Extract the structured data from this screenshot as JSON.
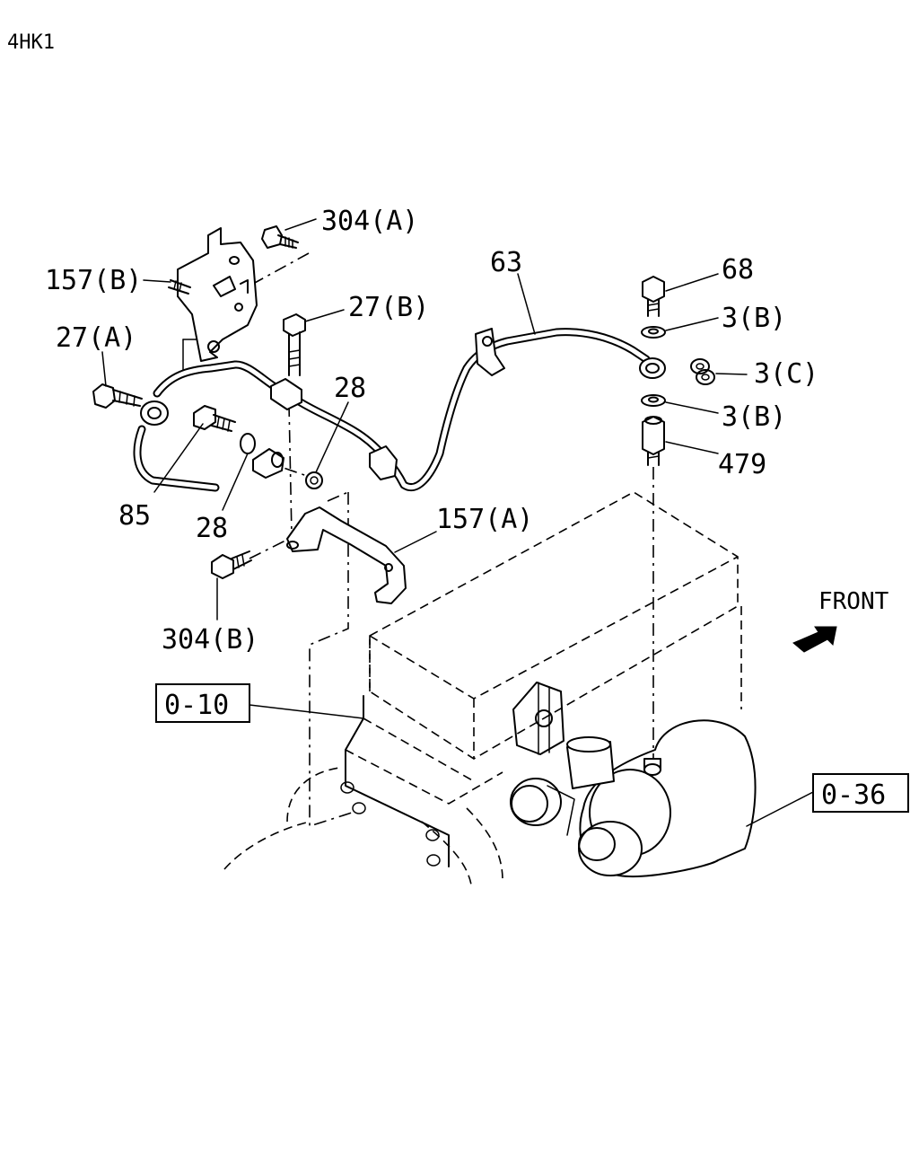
{
  "header": {
    "model": "4HK1"
  },
  "labels": {
    "p304a": "304(A)",
    "p157b": "157(B)",
    "p27b": "27(B)",
    "p27a": "27(A)",
    "p63": "63",
    "p68": "68",
    "p3b_top": "3(B)",
    "p3c": "3(C)",
    "p3b_bot": "3(B)",
    "p479": "479",
    "p28_top": "28",
    "p28_bot": "28",
    "p85": "85",
    "p157a": "157(A)",
    "p304b": "304(B)"
  },
  "refs": {
    "ref_010": "0-10",
    "ref_036": "0-36"
  },
  "direction": {
    "label": "FRONT",
    "icon": "front-arrow-icon"
  }
}
